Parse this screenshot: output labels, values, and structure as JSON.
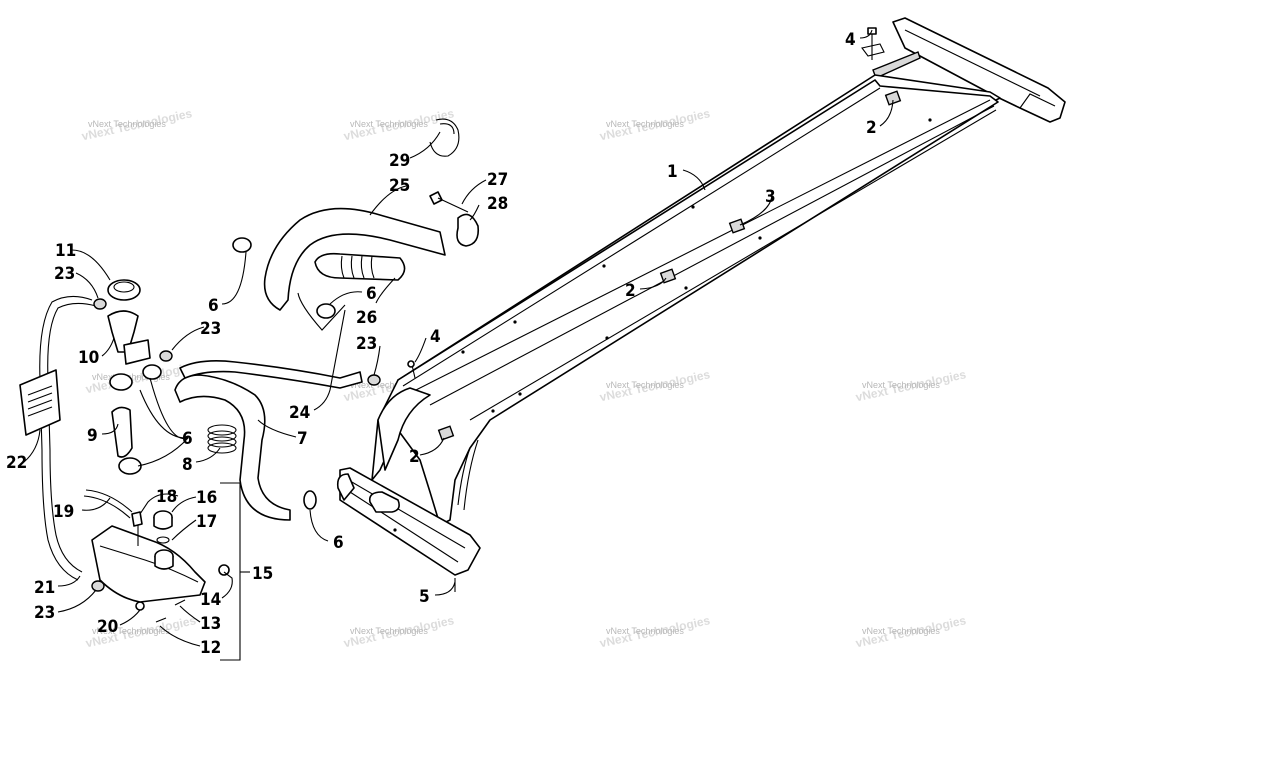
{
  "watermark": {
    "text": "vNext Technologies"
  },
  "callouts": [
    "1",
    "2",
    "3",
    "4",
    "5",
    "6",
    "7",
    "8",
    "9",
    "10",
    "11",
    "12",
    "13",
    "14",
    "15",
    "16",
    "17",
    "18",
    "19",
    "20",
    "21",
    "22",
    "23",
    "24",
    "25",
    "26",
    "27",
    "28",
    "29"
  ],
  "colors": {
    "line": "#000000",
    "watermark": "#b8b8b8",
    "background": "#ffffff"
  }
}
